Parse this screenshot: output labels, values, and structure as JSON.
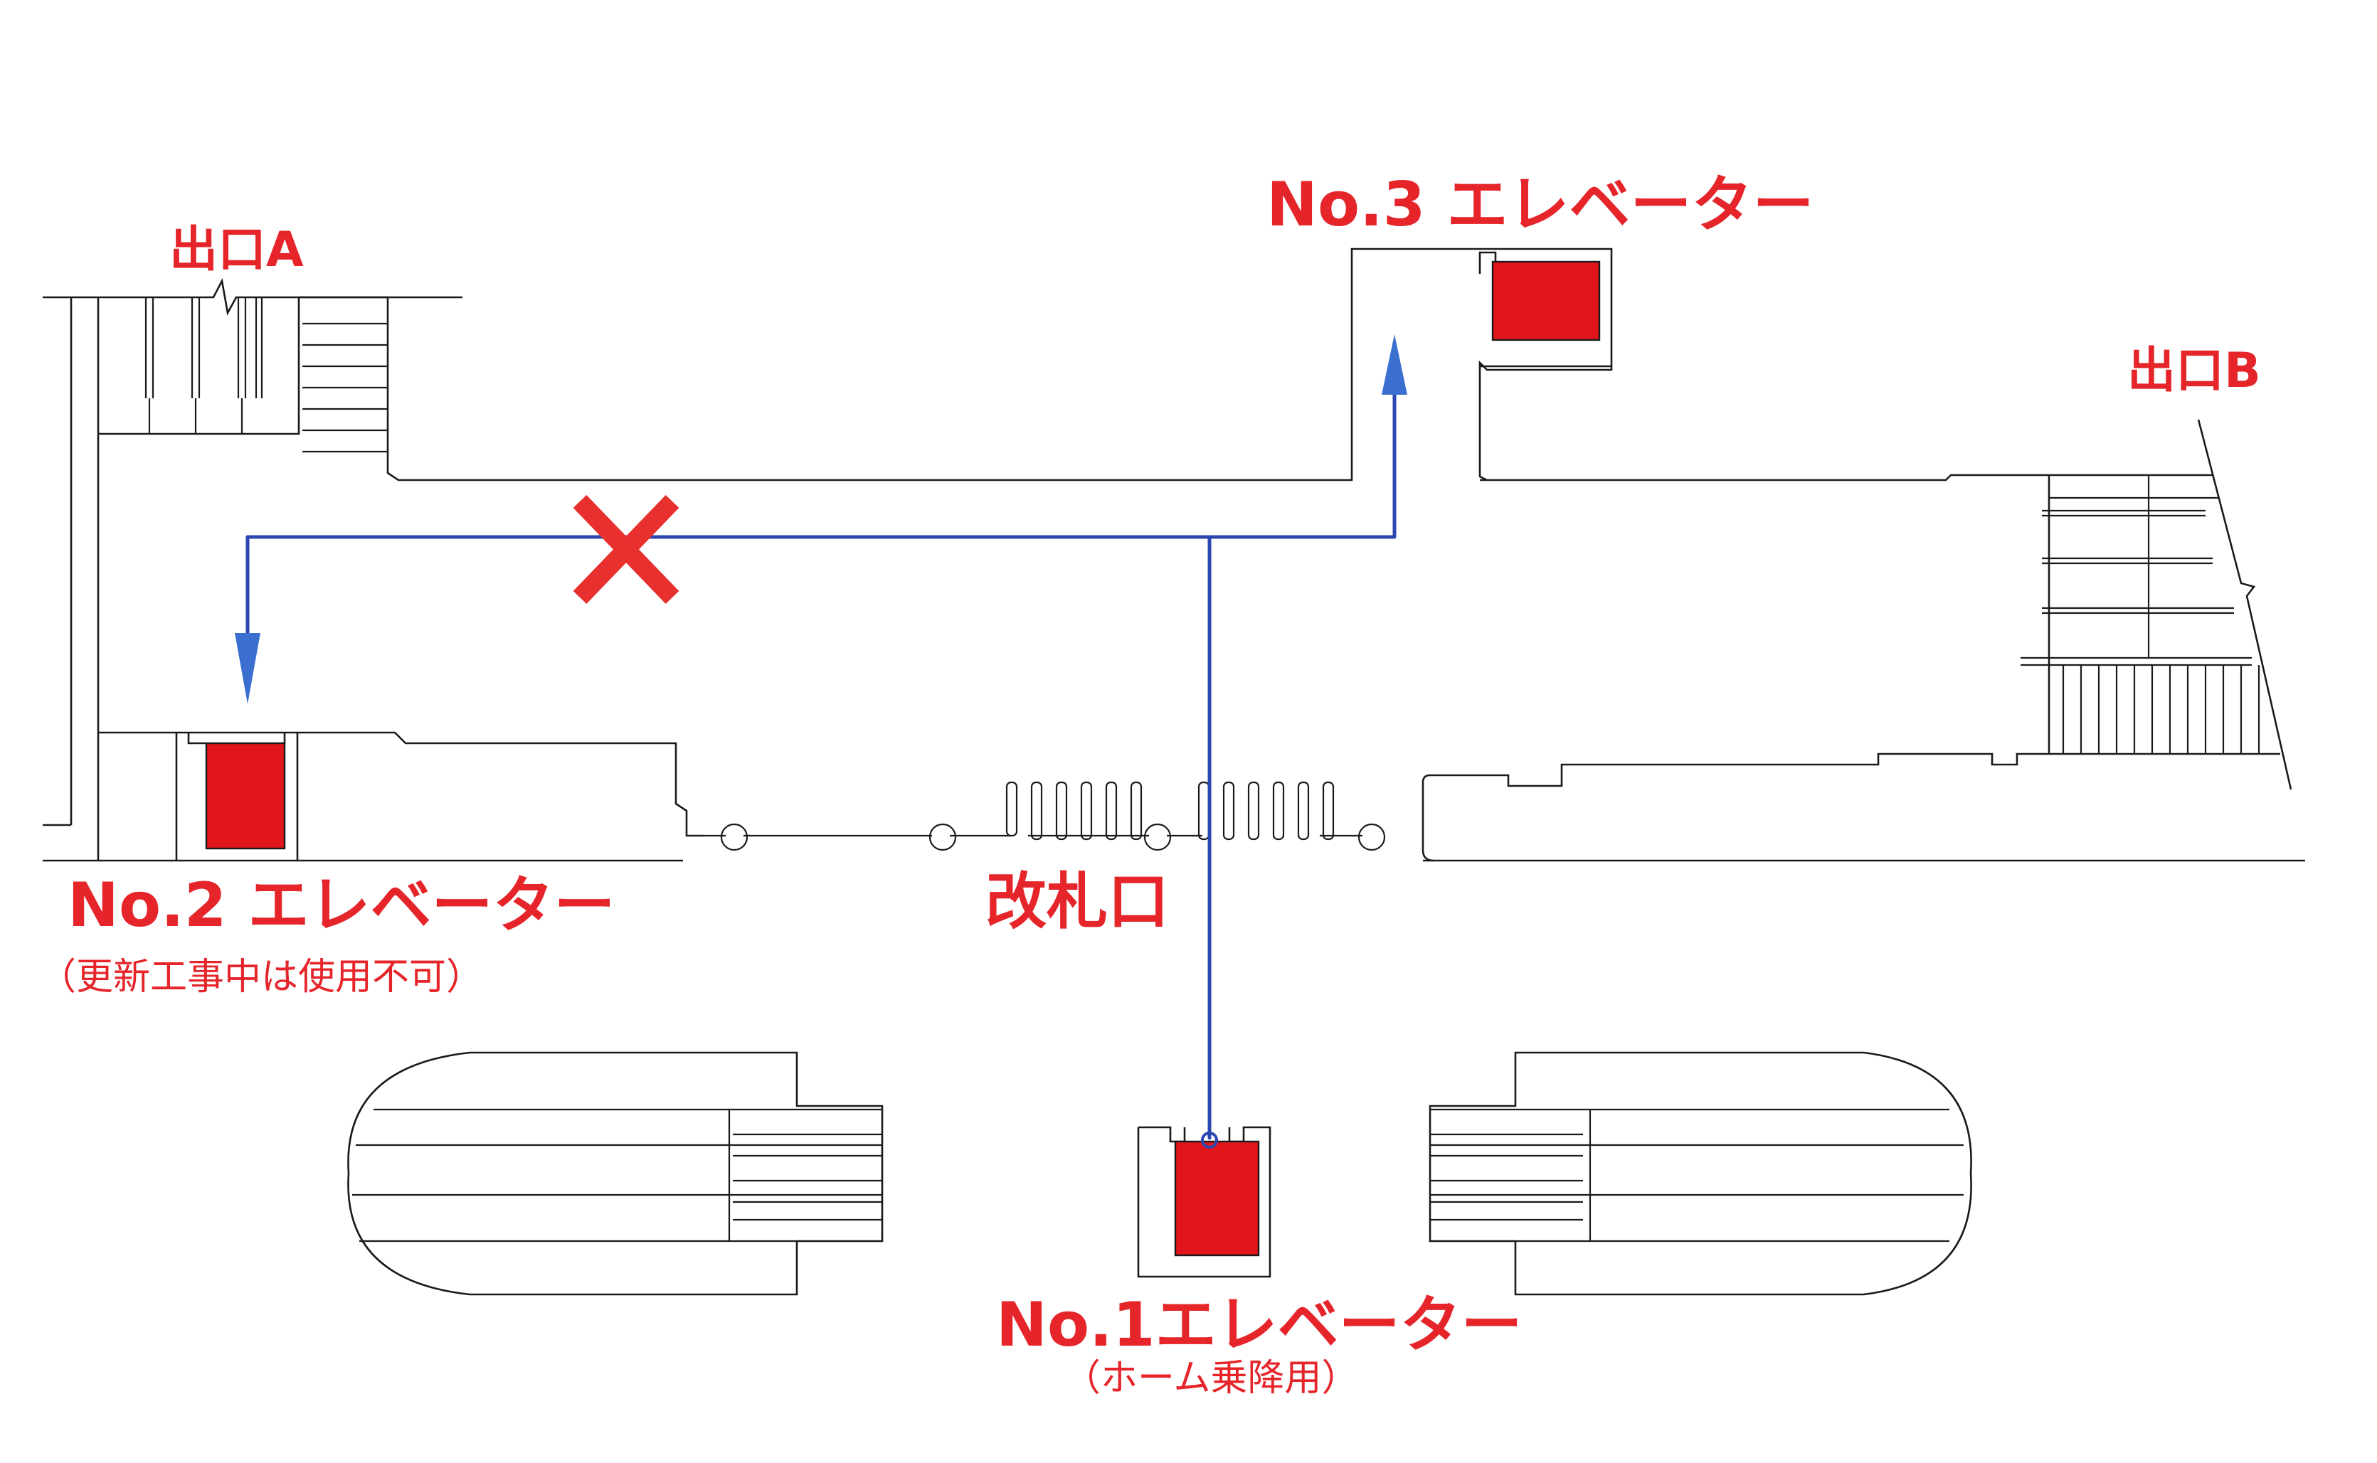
{
  "labels": {
    "exit_a": "出口A",
    "exit_b": "出口B",
    "elevator_1": "No.1エレベーター",
    "elevator_1_note": "（ホーム乗降用）",
    "elevator_2": "No.2 エレベーター",
    "elevator_2_note": "（更新工事中は使用不可）",
    "elevator_3": "No.3 エレベーター",
    "ticket_gate": "改札口"
  },
  "colors": {
    "label_red": "#e5252a",
    "elevator_fill": "#e0161c",
    "route_blue": "#2c47b0",
    "arrow_blue": "#3a6fd0",
    "cross_red": "#e8302e",
    "outline": "#1a1a1a"
  },
  "elevators": [
    {
      "name": "No.1",
      "status": "ホーム乗降用"
    },
    {
      "name": "No.2",
      "status": "更新工事中は使用不可"
    },
    {
      "name": "No.3",
      "status": ""
    }
  ],
  "icons": {
    "blocked_route_mark": "cross-icon",
    "route_arrows": "arrow-down-icon, arrow-up-icon"
  }
}
